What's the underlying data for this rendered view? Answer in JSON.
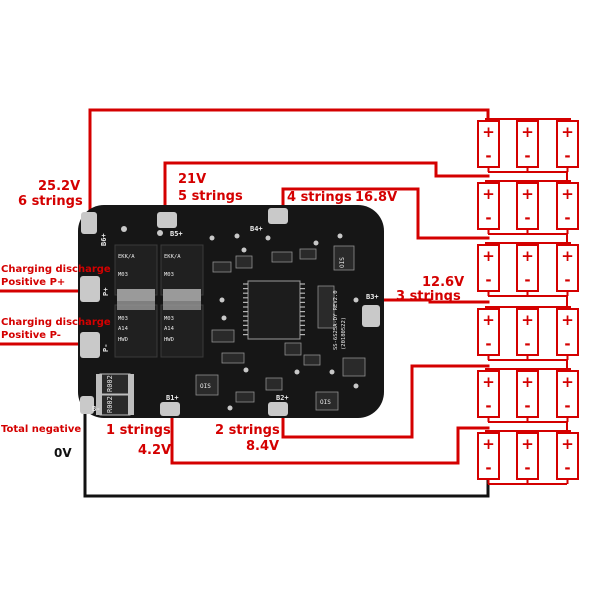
{
  "colors": {
    "wire_positive": "#d40000",
    "wire_negative": "#111111",
    "board": "#161616",
    "pad": "#c9c9c9",
    "cell_outline": "#d40000",
    "label_red": "#d40000"
  },
  "labels": {
    "v6": "25.2V",
    "s6": "6 strings",
    "v5": "21V",
    "s5": "5 strings",
    "s4": "4 strings",
    "v4": "16.8V",
    "v3": "12.6V",
    "s3": "3 strings",
    "s1": "1 strings",
    "v1": "4.2V",
    "s2": "2 strings",
    "v2": "8.4V",
    "charge_pos_1": "Charging discharge",
    "charge_pos_2": "Positive P+",
    "charge_neg_1": "Charging discharge",
    "charge_neg_2": "Positive P-",
    "total_negative": "Total negative",
    "v0": "0V"
  },
  "board": {
    "pad_b6": "B6+",
    "pad_b5": "B5+",
    "pad_b4": "B4+",
    "pad_b3": "B3+",
    "pad_b2": "B2+",
    "pad_b1": "B1+",
    "pad_pplus": "P+",
    "pad_pminus": "P-",
    "pad_bminus": "B-",
    "res_r002_a": "R002",
    "res_r002_b": "R002",
    "pcb_code": "SS-6S25A-DY REV2.0",
    "pcb_date": "(20180522)",
    "ic_label": "OIS"
  },
  "battery": {
    "rows": 6,
    "cols": 3,
    "plus_sign": "+",
    "minus_sign": "-"
  }
}
